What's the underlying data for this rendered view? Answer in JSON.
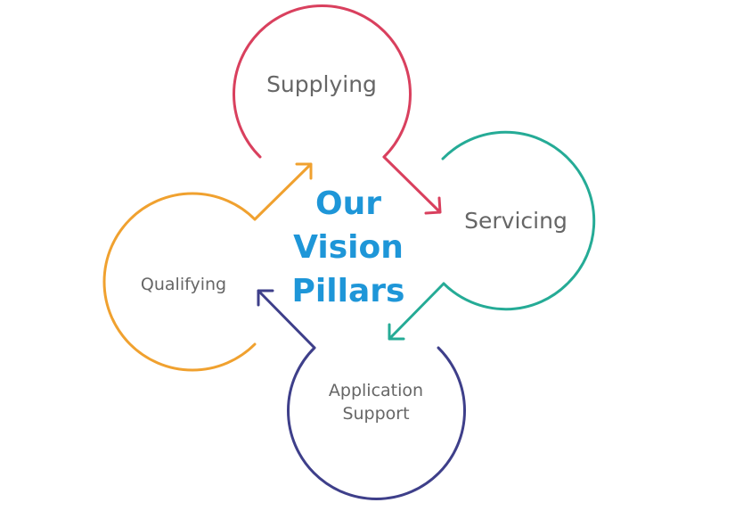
{
  "center": {
    "line1": "Our",
    "line2": "Vision",
    "line3": "Pillars",
    "color": "#1e96d8"
  },
  "pillars": {
    "supplying": {
      "label": "Supplying",
      "color": "#d9405e"
    },
    "servicing": {
      "label": "Servicing",
      "color": "#25ab96"
    },
    "application": {
      "label_line1": "Application",
      "label_line2": "Support",
      "color": "#3e3f8a"
    },
    "qualifying": {
      "label": "Qualifying",
      "color": "#f0a12f"
    }
  },
  "text_color": "#666666"
}
